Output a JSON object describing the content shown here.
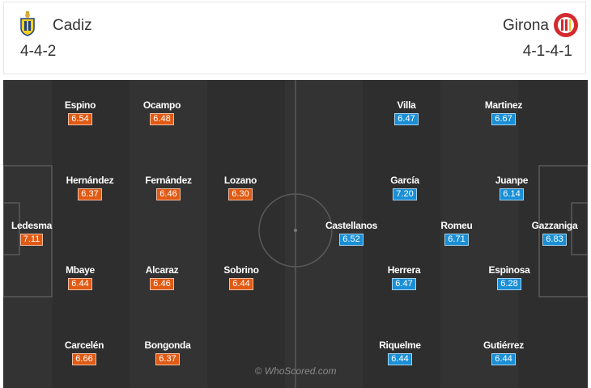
{
  "home": {
    "name": "Cadiz",
    "formation": "4-4-2",
    "crest": "cadiz-crest-icon",
    "rating_color": "#e05a14",
    "players": [
      {
        "name": "Espino",
        "rating": "6.54"
      },
      {
        "name": "Ocampo",
        "rating": "6.48"
      },
      {
        "name": "Hernández",
        "rating": "6.37"
      },
      {
        "name": "Fernández",
        "rating": "6.46"
      },
      {
        "name": "Lozano",
        "rating": "6.30"
      },
      {
        "name": "Ledesma",
        "rating": "7.11"
      },
      {
        "name": "Mbaye",
        "rating": "6.44"
      },
      {
        "name": "Alcaraz",
        "rating": "6.46"
      },
      {
        "name": "Sobrino",
        "rating": "6.44"
      },
      {
        "name": "Carcelén",
        "rating": "6.66"
      },
      {
        "name": "Bongonda",
        "rating": "6.37"
      }
    ]
  },
  "away": {
    "name": "Girona",
    "formation": "4-1-4-1",
    "crest": "girona-crest-icon",
    "rating_color": "#1a8fd6",
    "players": [
      {
        "name": "Villa",
        "rating": "6.47"
      },
      {
        "name": "Martinez",
        "rating": "6.67"
      },
      {
        "name": "García",
        "rating": "7.20"
      },
      {
        "name": "Juanpe",
        "rating": "6.14"
      },
      {
        "name": "Castellanos",
        "rating": "6.52"
      },
      {
        "name": "Romeu",
        "rating": "6.71"
      },
      {
        "name": "Gazzaniga",
        "rating": "6.83"
      },
      {
        "name": "Herrera",
        "rating": "6.47"
      },
      {
        "name": "Espinosa",
        "rating": "6.28"
      },
      {
        "name": "Riquelme",
        "rating": "6.44"
      },
      {
        "name": "Gutiérrez",
        "rating": "6.44"
      }
    ]
  },
  "watermark": "© WhoScored.com",
  "pitch_color": "#333333"
}
